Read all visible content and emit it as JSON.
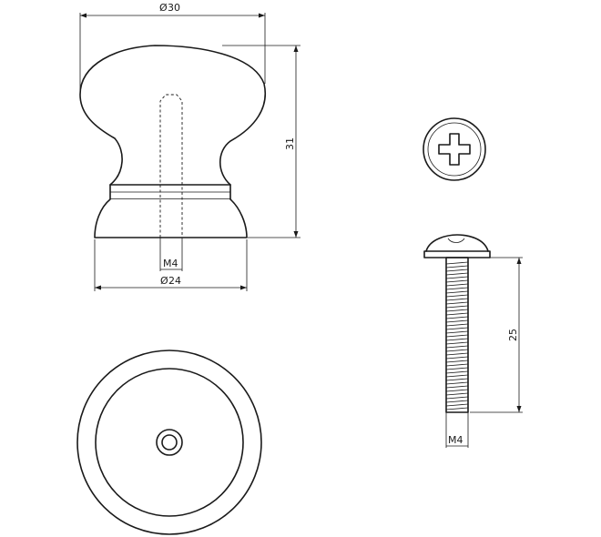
{
  "dimensions": {
    "knob_diameter": "30",
    "knob_height": "31",
    "base_diameter": "24",
    "knob_thread": "M4",
    "screw_length": "25",
    "screw_thread": "M4"
  },
  "diameter_symbol": "Ø",
  "line_color": "#1a1a1a"
}
